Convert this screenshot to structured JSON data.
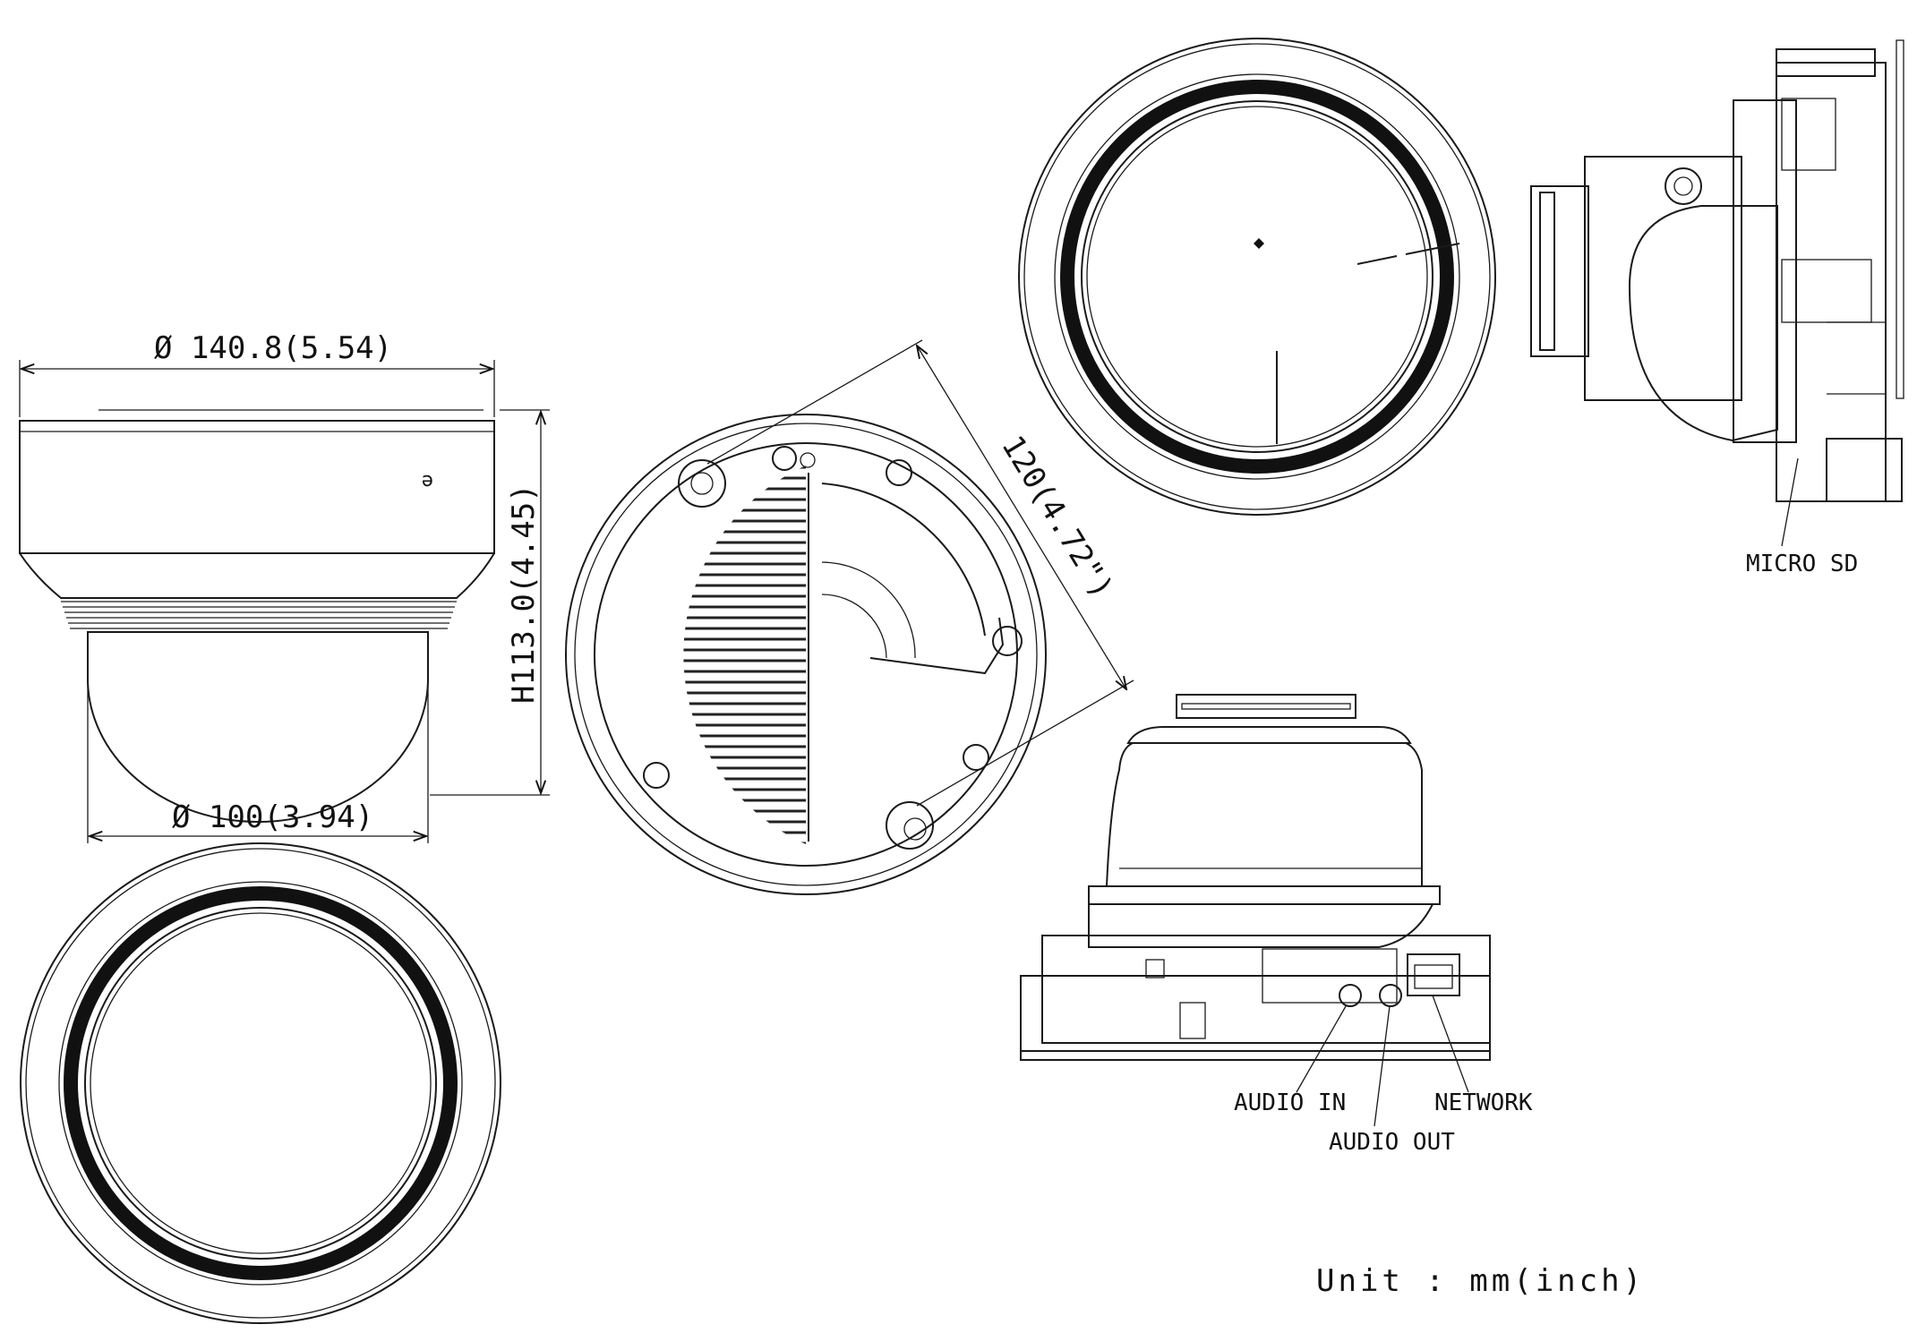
{
  "dimensions": {
    "housing_diameter": "Ø 140.8(5.54)",
    "dome_diameter": "Ø 100(3.94)",
    "height": "H113.0(4.45)",
    "mount_hole_spacing": "120(4.72\")"
  },
  "callouts": {
    "micro_sd": "MICRO SD",
    "audio_in": "AUDIO IN",
    "audio_out": "AUDIO OUT",
    "network": "NETWORK"
  },
  "unit_note": "Unit : mm(inch)"
}
